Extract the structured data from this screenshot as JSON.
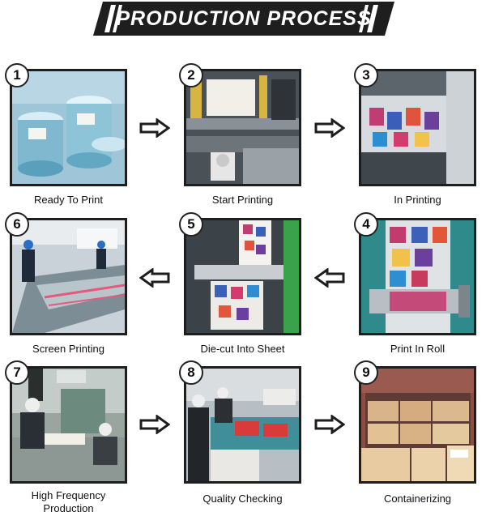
{
  "banner": {
    "title": "PRODUCTION PROCESS"
  },
  "steps": [
    {
      "number": "1",
      "label": "Ready To Print"
    },
    {
      "number": "2",
      "label": "Start Printing"
    },
    {
      "number": "3",
      "label": "In Printing"
    },
    {
      "number": "4",
      "label": "Print In Roll"
    },
    {
      "number": "5",
      "label": "Die-cut Into Sheet"
    },
    {
      "number": "6",
      "label": "Screen Printing"
    },
    {
      "number": "7",
      "label_line1": "High Frequency",
      "label_line2": "Production"
    },
    {
      "number": "8",
      "label": "Quality Checking"
    },
    {
      "number": "9",
      "label": "Containerizing"
    }
  ],
  "icons": {
    "flow_arrow": "outline-arrow-icon",
    "colors": {
      "banner": "#1e1e1e",
      "frame": "#1e1e1e"
    }
  }
}
